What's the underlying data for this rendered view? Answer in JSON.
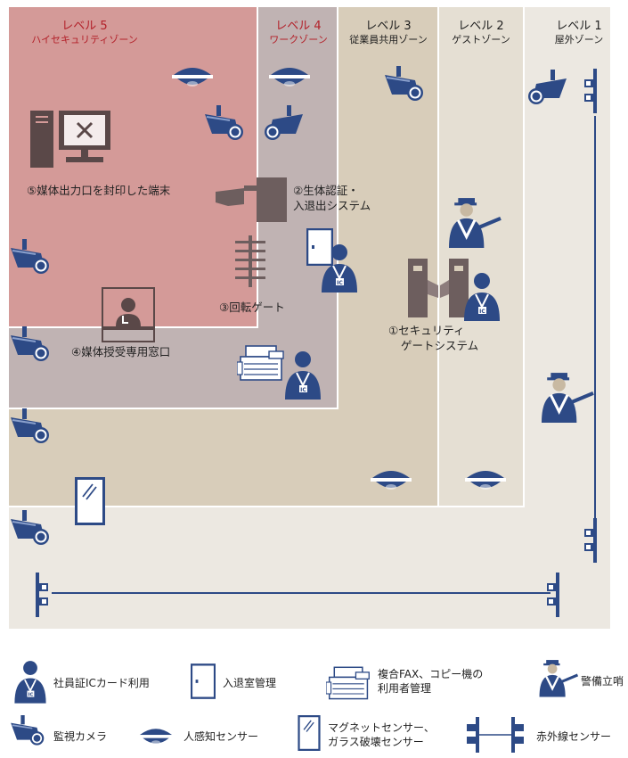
{
  "colors": {
    "level1": "#ece8e1",
    "level2": "#e5dfd3",
    "level3": "#d8cdba",
    "level4": "#c0b3b3",
    "level5": "#d49a98",
    "icon": "#2d4a86",
    "accent_red": "#b3212a"
  },
  "levels": [
    {
      "title": "レベル 5",
      "sub": "ハイセキュリティゾーン"
    },
    {
      "title": "レベル 4",
      "sub": "ワークゾーン"
    },
    {
      "title": "レベル 3",
      "sub": "従業員共用ゾーン"
    },
    {
      "title": "レベル 2",
      "sub": "ゲストゾーン"
    },
    {
      "title": "レベル 1",
      "sub": "屋外ゾーン"
    }
  ],
  "labels": {
    "l5_terminal": "⑤媒体出力口を封印した端末",
    "l2_biometric_1": "②生体認証・",
    "l2_biometric_2": "入退出システム",
    "l3_rotary": "③回転ゲート",
    "l4_window": "④媒体授受専用窓口",
    "l1_gate_1": "①セキュリティ",
    "l1_gate_2": "ゲートシステム"
  },
  "legend": [
    {
      "icon": "person-ic-card-icon",
      "text": "社員証ICカード利用"
    },
    {
      "icon": "door-icon",
      "text": "入退室管理"
    },
    {
      "icon": "copier-icon",
      "text_1": "複合FAX、コピー機の",
      "text_2": "利用者管理"
    },
    {
      "icon": "guard-icon",
      "text": "警備立哨"
    },
    {
      "icon": "camera-icon",
      "text": "監視カメラ"
    },
    {
      "icon": "motion-sensor-icon",
      "text": "人感知センサー"
    },
    {
      "icon": "magnet-sensor-icon",
      "text_1": "マグネットセンサー、",
      "text_2": "ガラス破壊センサー"
    },
    {
      "icon": "infrared-sensor-icon",
      "text": "赤外線センサー"
    }
  ]
}
